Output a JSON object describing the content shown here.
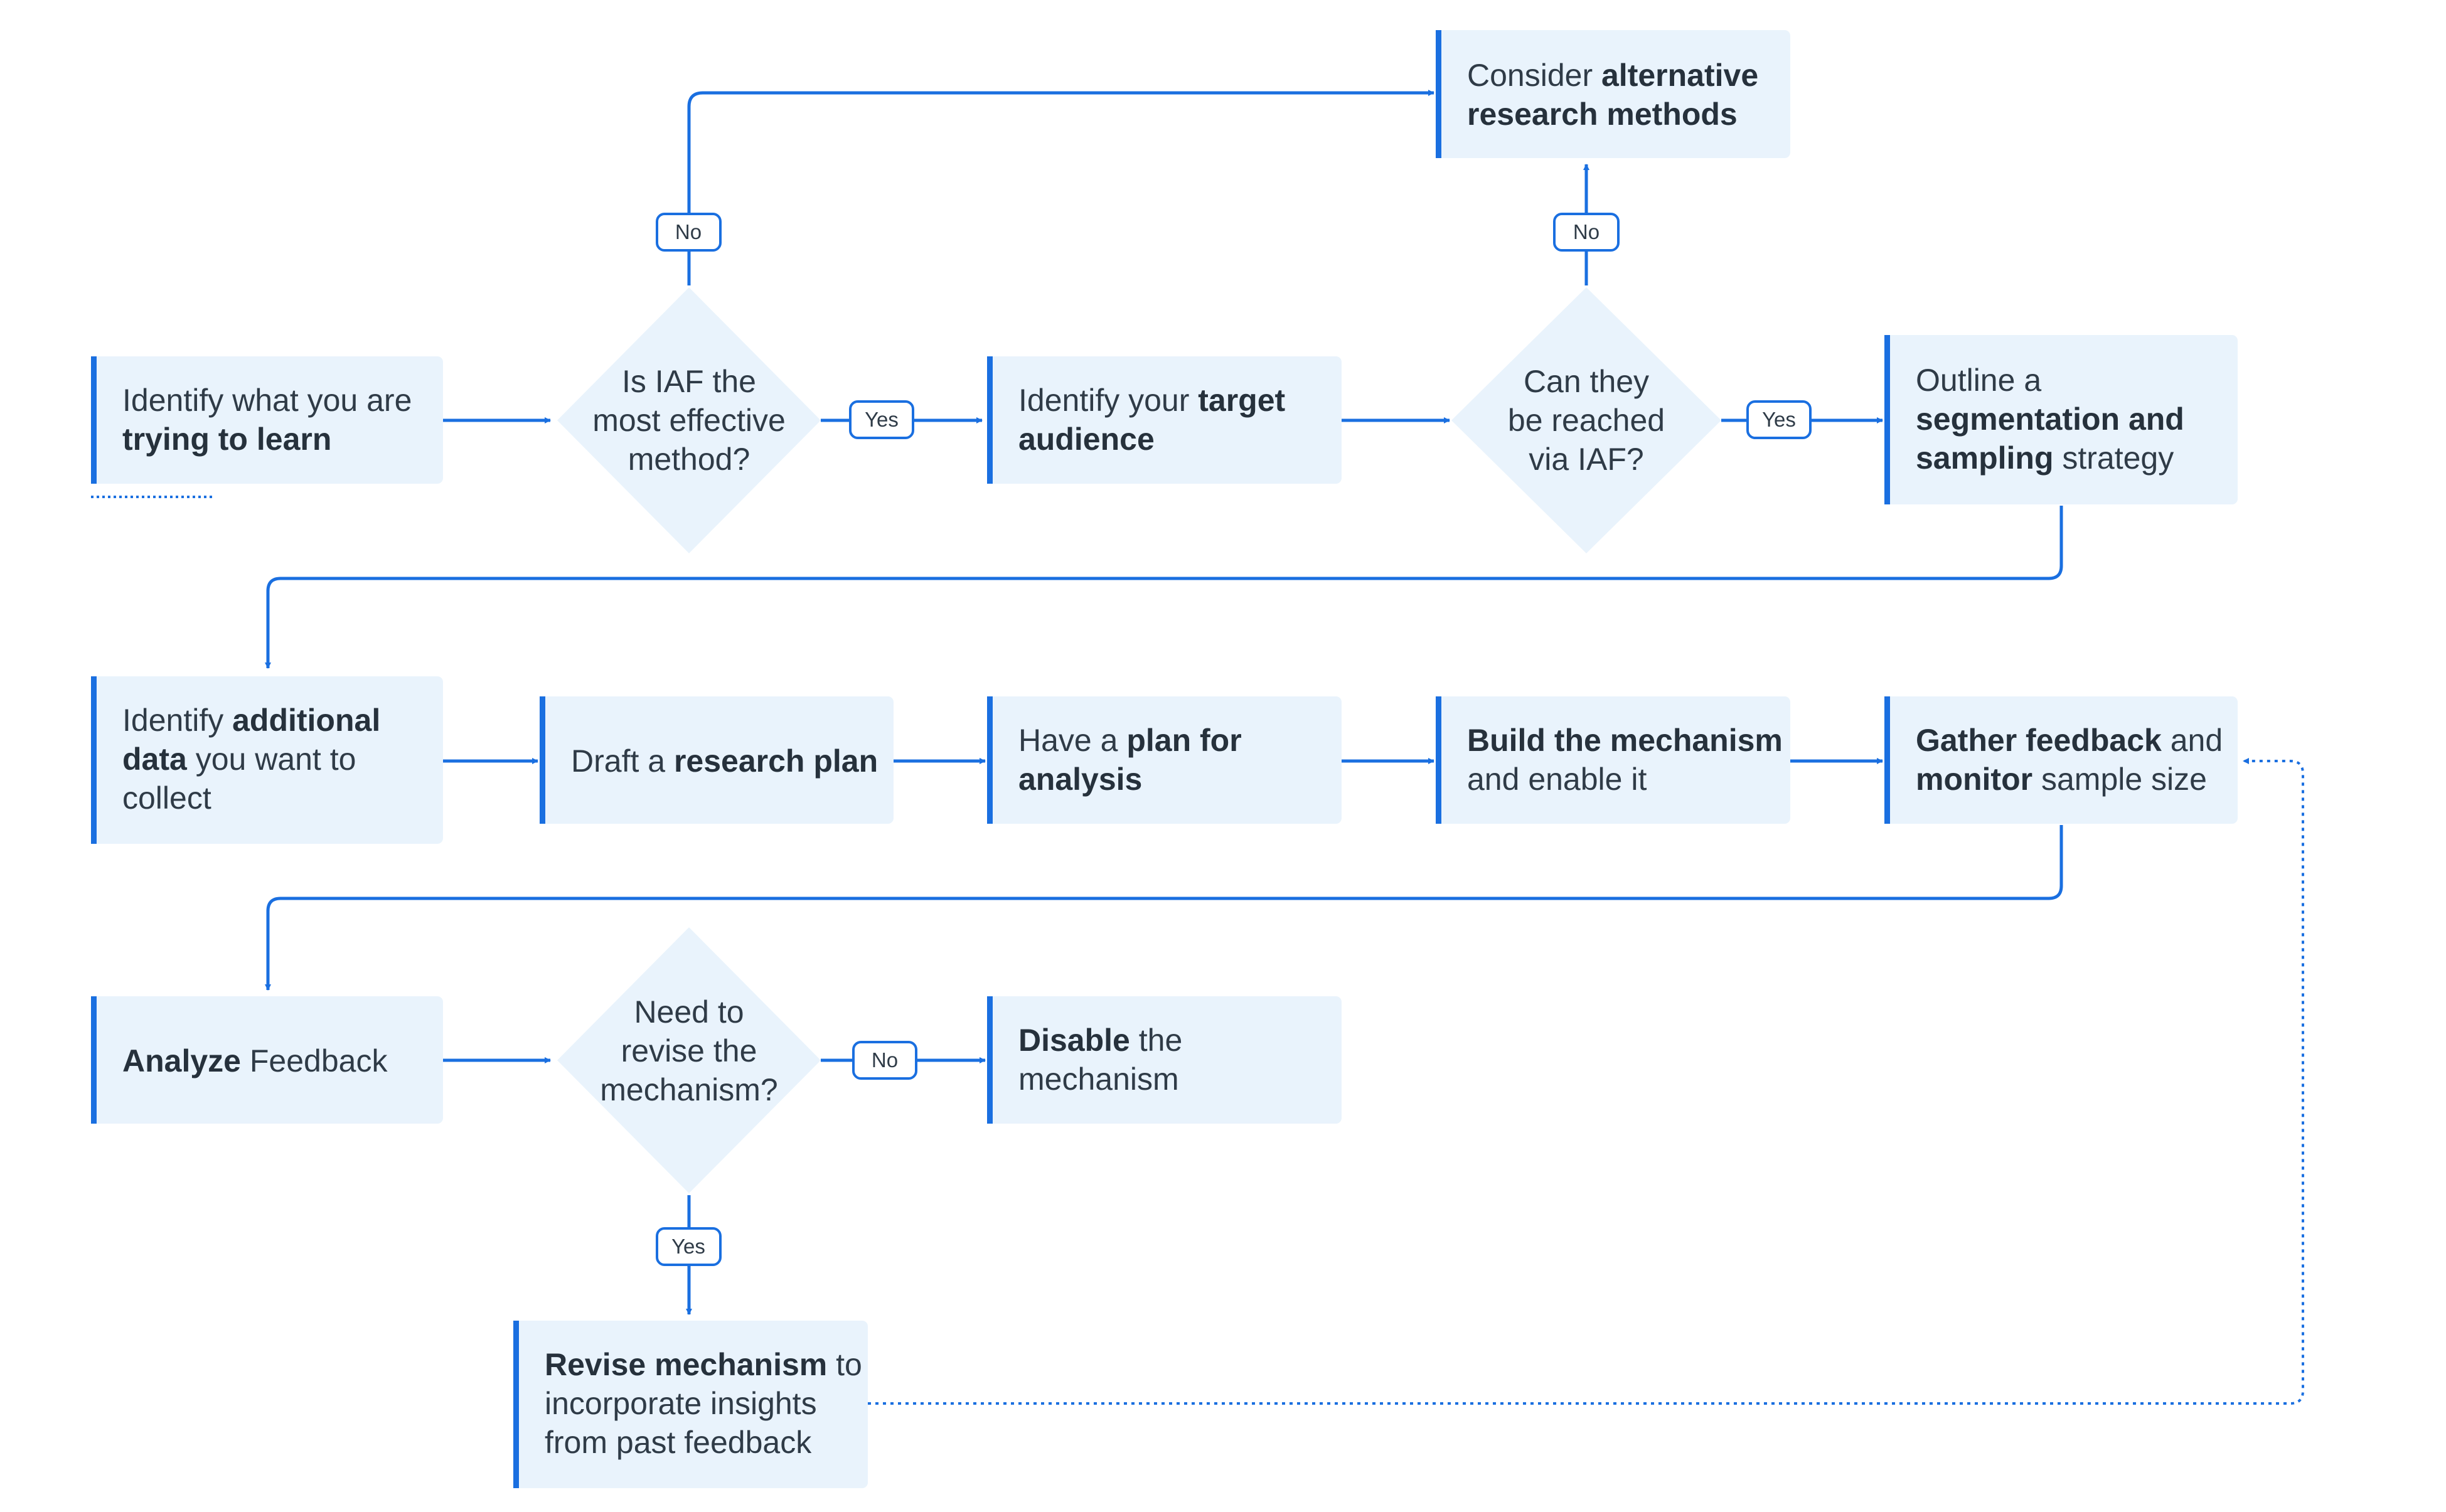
{
  "colors": {
    "accent": "#1a6fe0",
    "node_fill": "#e9f3fc",
    "text": "#2f3b47"
  },
  "nodes": {
    "identify_learn": [
      [
        {
          "t": "Identify what you are",
          "b": false
        }
      ],
      [
        {
          "t": "trying to learn",
          "b": true
        }
      ]
    ],
    "is_iaf": [
      [
        {
          "t": "Is IAF the",
          "b": false
        }
      ],
      [
        {
          "t": "most effective",
          "b": false
        }
      ],
      [
        {
          "t": "method?",
          "b": false
        }
      ]
    ],
    "target_audience": [
      [
        {
          "t": "Identify your ",
          "b": false
        },
        {
          "t": "target",
          "b": true
        }
      ],
      [
        {
          "t": "audience",
          "b": true
        }
      ]
    ],
    "can_reach": [
      [
        {
          "t": "Can they",
          "b": false
        }
      ],
      [
        {
          "t": "be reached",
          "b": false
        }
      ],
      [
        {
          "t": "via IAF?",
          "b": false
        }
      ]
    ],
    "alternative": [
      [
        {
          "t": "Consider ",
          "b": false
        },
        {
          "t": "alternative",
          "b": true
        }
      ],
      [
        {
          "t": "research methods",
          "b": true
        }
      ]
    ],
    "outline": [
      [
        {
          "t": "Outline a",
          "b": false
        }
      ],
      [
        {
          "t": "segmentation and",
          "b": true
        }
      ],
      [
        {
          "t": "sampling",
          "b": true
        },
        {
          "t": " strategy",
          "b": false
        }
      ]
    ],
    "additional_data": [
      [
        {
          "t": "Identify ",
          "b": false
        },
        {
          "t": "additional",
          "b": true
        }
      ],
      [
        {
          "t": "data",
          "b": true
        },
        {
          "t": " you want to",
          "b": false
        }
      ],
      [
        {
          "t": "collect",
          "b": false
        }
      ]
    ],
    "draft_plan": [
      [
        {
          "t": "Draft a ",
          "b": false
        },
        {
          "t": "research plan",
          "b": true
        }
      ]
    ],
    "analysis_plan": [
      [
        {
          "t": "Have a ",
          "b": false
        },
        {
          "t": "plan for",
          "b": true
        }
      ],
      [
        {
          "t": "analysis",
          "b": true
        }
      ]
    ],
    "build": [
      [
        {
          "t": "Build the mechanism",
          "b": true
        }
      ],
      [
        {
          "t": "and enable it",
          "b": false
        }
      ]
    ],
    "gather": [
      [
        {
          "t": "Gather feedback",
          "b": true
        },
        {
          "t": " and",
          "b": false
        }
      ],
      [
        {
          "t": "monitor",
          "b": true
        },
        {
          "t": " sample size",
          "b": false
        }
      ]
    ],
    "analyze": [
      [
        {
          "t": "Analyze",
          "b": true
        },
        {
          "t": " Feedback",
          "b": false
        }
      ]
    ],
    "need_revise": [
      [
        {
          "t": "Need to",
          "b": false
        }
      ],
      [
        {
          "t": "revise the",
          "b": false
        }
      ],
      [
        {
          "t": "mechanism?",
          "b": false
        }
      ]
    ],
    "disable": [
      [
        {
          "t": "Disable",
          "b": true
        },
        {
          "t": " the",
          "b": false
        }
      ],
      [
        {
          "t": "mechanism",
          "b": false
        }
      ]
    ],
    "revise": [
      [
        {
          "t": "Revise mechanism",
          "b": true
        },
        {
          "t": " to",
          "b": false
        }
      ],
      [
        {
          "t": "incorporate insights",
          "b": false
        }
      ],
      [
        {
          "t": "from past feedback",
          "b": false
        }
      ]
    ]
  },
  "edge_labels": {
    "is_iaf_no": "No",
    "is_iaf_yes": "Yes",
    "can_reach_no": "No",
    "can_reach_yes": "Yes",
    "need_revise_no": "No",
    "need_revise_yes": "Yes"
  }
}
